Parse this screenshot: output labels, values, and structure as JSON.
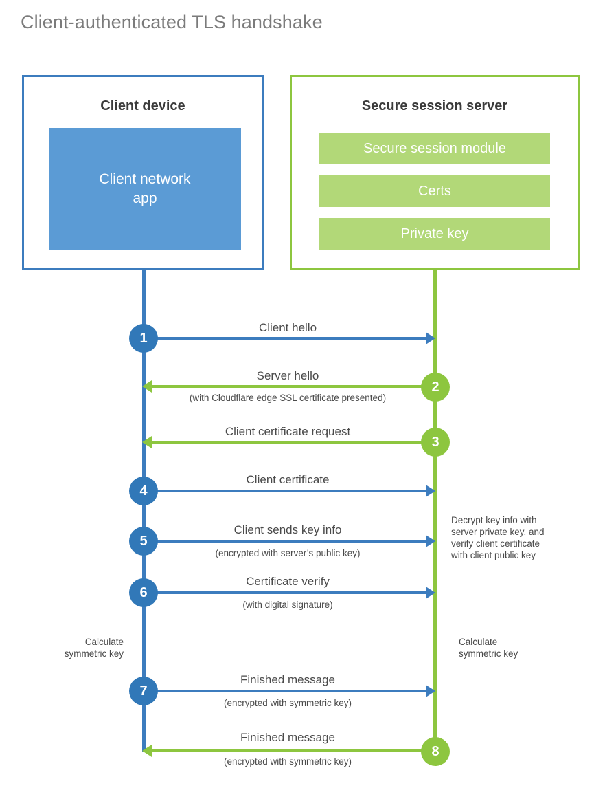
{
  "title": "Client-authenticated TLS handshake",
  "colors": {
    "client_blue": "#3c7cbe",
    "client_app_blue": "#5b9bd5",
    "step_blue": "#3178b8",
    "server_green": "#8dc63f",
    "server_bar_green": "#b2d878",
    "title_gray": "#7b7b7b",
    "text_gray": "#4a4a4a",
    "heading_dark": "#3b3b3b"
  },
  "client_panel": {
    "title": "Client device",
    "app_label_line1": "Client network",
    "app_label_line2": "app"
  },
  "server_panel": {
    "title": "Secure session server",
    "bars": [
      "Secure session module",
      "Certs",
      "Private key"
    ]
  },
  "steps": [
    {
      "number": "1",
      "label": "Client hello",
      "sublabel": "",
      "direction": "right",
      "color": "blue"
    },
    {
      "number": "2",
      "label": "Server hello",
      "sublabel": "(with Cloudflare edge SSL certificate presented)",
      "direction": "left",
      "color": "green"
    },
    {
      "number": "3",
      "label": "Client certificate request",
      "sublabel": "",
      "direction": "left",
      "color": "green"
    },
    {
      "number": "4",
      "label": "Client certificate",
      "sublabel": "",
      "direction": "right",
      "color": "blue"
    },
    {
      "number": "5",
      "label": "Client sends key info",
      "sublabel": "(encrypted with server’s public key)",
      "direction": "right",
      "color": "blue"
    },
    {
      "number": "6",
      "label": "Certificate verify",
      "sublabel": "(with digital signature)",
      "direction": "right",
      "color": "blue"
    },
    {
      "number": "7",
      "label": "Finished message",
      "sublabel": "(encrypted with symmetric key)",
      "direction": "right",
      "color": "blue"
    },
    {
      "number": "8",
      "label": "Finished message",
      "sublabel": "(encrypted with symmetric key)",
      "direction": "left",
      "color": "green"
    }
  ],
  "notes": {
    "server_decrypt": {
      "line1": "Decrypt key info with",
      "line2": "server private key, and",
      "line3": "verify client certificate",
      "line4": "with client public key"
    },
    "client_symmetric": {
      "line1": "Calculate",
      "line2": "symmetric key"
    },
    "server_symmetric": {
      "line1": "Calculate",
      "line2": "symmetric key"
    }
  }
}
